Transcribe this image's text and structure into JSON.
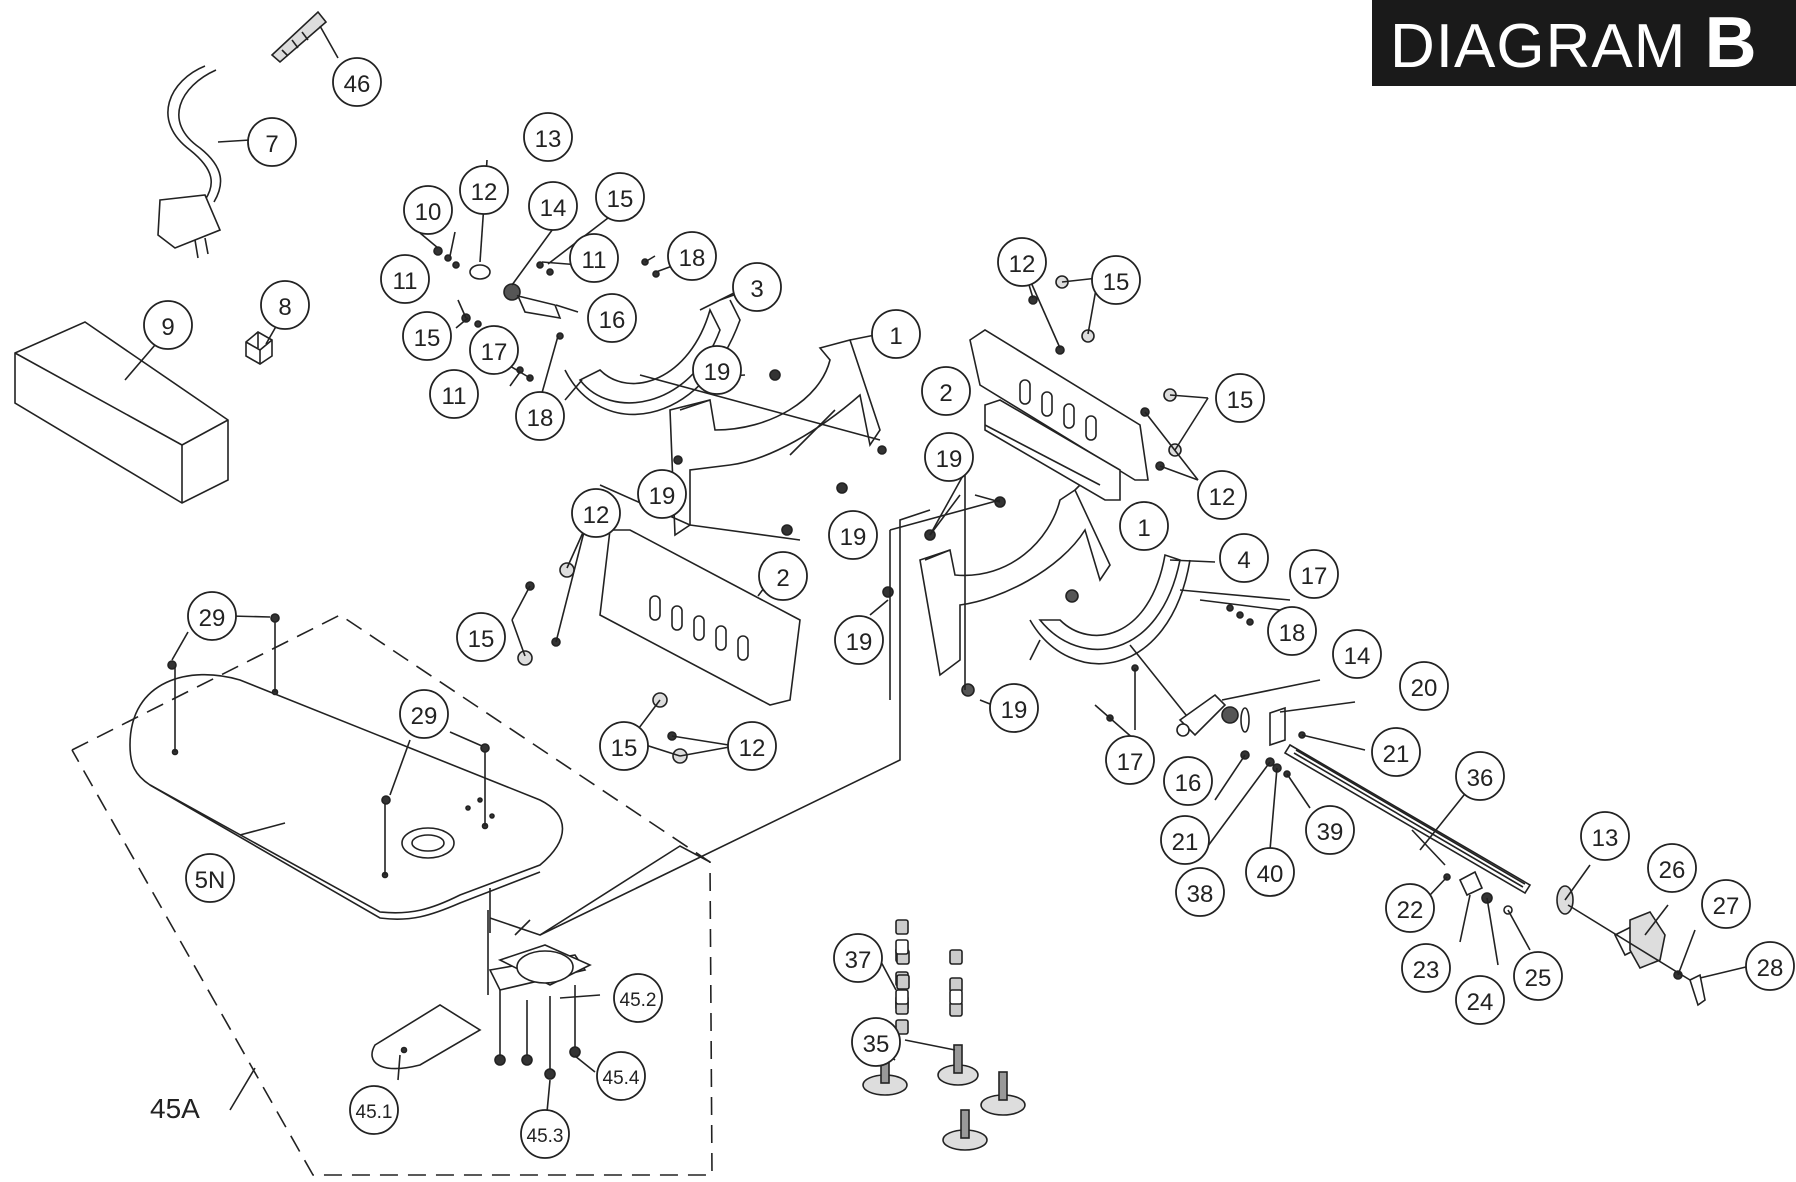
{
  "title": {
    "word": "DIAGRAM",
    "letter": "B"
  },
  "callouts": {
    "c46": "46",
    "c7": "7",
    "c8": "8",
    "c9": "9",
    "c10": "10",
    "c12a": "12",
    "c13a": "13",
    "c14a": "14",
    "c15a": "15",
    "c11a": "11",
    "c11b": "11",
    "c18a": "18",
    "c3": "3",
    "c16a": "16",
    "c15b": "15",
    "c11c": "11",
    "c17a": "17",
    "c18b": "18",
    "c1a": "1",
    "c19a": "19",
    "c19b": "19",
    "c19c": "19",
    "c12b": "12",
    "c15c": "15",
    "c2a": "2",
    "c15d": "15",
    "c12c": "12",
    "c12d": "12",
    "c15e": "15",
    "c2b": "2",
    "c15f": "15",
    "c12e": "12",
    "c19d": "19",
    "c1b": "1",
    "c4": "4",
    "c17b": "17",
    "c18c": "18",
    "c19e": "19",
    "c19f": "19",
    "c14b": "14",
    "c20": "20",
    "c21a": "21",
    "c17c": "17",
    "c16b": "16",
    "c21b": "21",
    "c38": "38",
    "c40": "40",
    "c39": "39",
    "c36": "36",
    "c13b": "13",
    "c26": "26",
    "c27": "27",
    "c28": "28",
    "c22": "22",
    "c23": "23",
    "c24": "24",
    "c25": "25",
    "c29a": "29",
    "c29b": "29",
    "c5n": "5N",
    "c45_2": "45.2",
    "c45_4": "45.4",
    "c45_1": "45.1",
    "c45_3": "45.3",
    "c37": "37",
    "c35": "35"
  },
  "labels": {
    "assembly": "45A"
  }
}
